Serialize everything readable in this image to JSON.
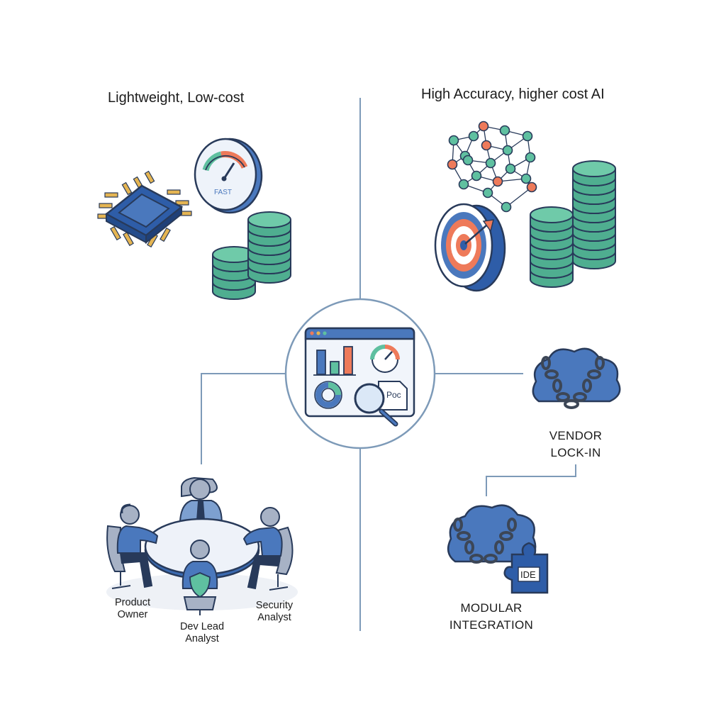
{
  "quadrants": {
    "top_left": {
      "title": "Lightweight, Low-cost",
      "gauge_text": "FAST"
    },
    "top_right": {
      "title": "High Accuracy, higher cost AI"
    },
    "center": {
      "doc_text": "Poc"
    },
    "bottom_right": {
      "vendor_line1": "VENDOR",
      "vendor_line2": "LOCK-IN",
      "puzzle_text": "IDE",
      "modular_line1": "MODULAR",
      "modular_line2": "INTEGRATION"
    },
    "bottom_left": {
      "roles": [
        {
          "line1": "Product",
          "line2": "Owner"
        },
        {
          "line1": "Dev Lead",
          "line2": "Analyst"
        },
        {
          "line1": "Security",
          "line2": "Analyst"
        }
      ]
    }
  },
  "colors": {
    "line": "#7d9ab8",
    "blue": "#4a78bd",
    "dark": "#283a5a",
    "teal": "#5fc0a0",
    "orange": "#ee7a5a",
    "gold": "#e5b552"
  }
}
